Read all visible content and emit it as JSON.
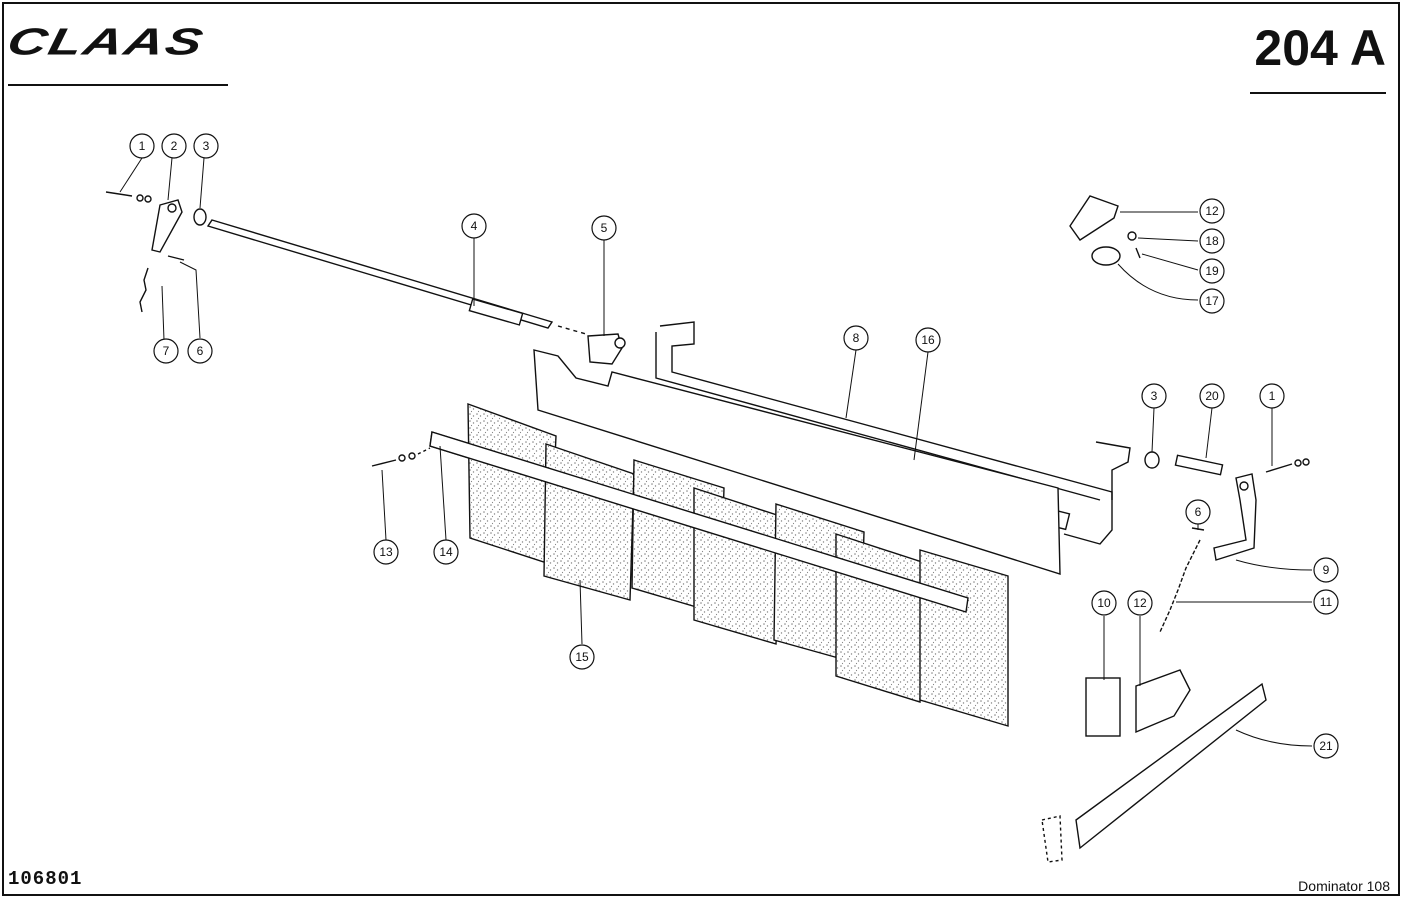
{
  "header": {
    "brand": "CLAAS",
    "plate_number": "204 A"
  },
  "footer": {
    "document_number": "106801",
    "model": "Dominator 108"
  },
  "callouts": [
    {
      "id": "c1a",
      "label": "1"
    },
    {
      "id": "c2",
      "label": "2"
    },
    {
      "id": "c3a",
      "label": "3"
    },
    {
      "id": "c4",
      "label": "4"
    },
    {
      "id": "c5",
      "label": "5"
    },
    {
      "id": "c6a",
      "label": "6"
    },
    {
      "id": "c7",
      "label": "7"
    },
    {
      "id": "c8",
      "label": "8"
    },
    {
      "id": "c16",
      "label": "16"
    },
    {
      "id": "c12a",
      "label": "12"
    },
    {
      "id": "c18",
      "label": "18"
    },
    {
      "id": "c19",
      "label": "19"
    },
    {
      "id": "c17",
      "label": "17"
    },
    {
      "id": "c3b",
      "label": "3"
    },
    {
      "id": "c20",
      "label": "20"
    },
    {
      "id": "c1b",
      "label": "1"
    },
    {
      "id": "c6b",
      "label": "6"
    },
    {
      "id": "c9",
      "label": "9"
    },
    {
      "id": "c11",
      "label": "11"
    },
    {
      "id": "c13",
      "label": "13"
    },
    {
      "id": "c14",
      "label": "14"
    },
    {
      "id": "c15",
      "label": "15"
    },
    {
      "id": "c10",
      "label": "10"
    },
    {
      "id": "c12b",
      "label": "12"
    },
    {
      "id": "c21",
      "label": "21"
    }
  ]
}
